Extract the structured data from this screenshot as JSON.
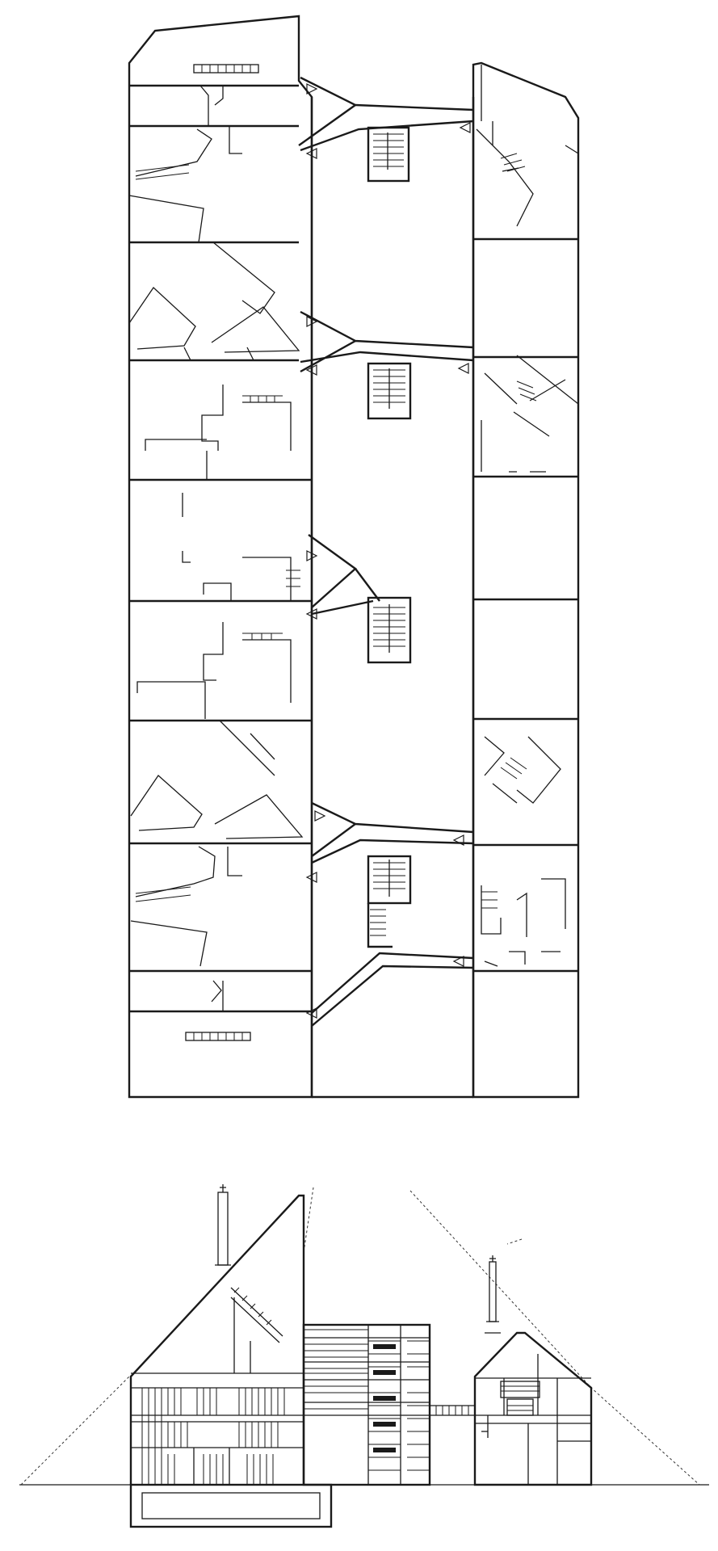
{
  "drawing": {
    "views": [
      {
        "id": "plan",
        "kind": "floor-plan"
      },
      {
        "id": "section",
        "kind": "section-elevation"
      }
    ],
    "colors": {
      "line": "#1a1a1a",
      "background": "#ffffff"
    }
  }
}
